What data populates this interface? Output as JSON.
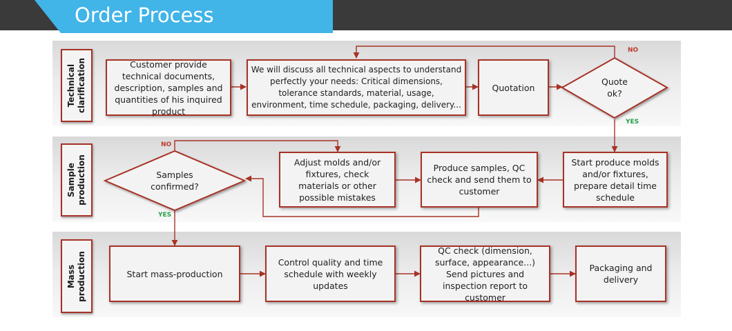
{
  "header": {
    "title": "Order Process"
  },
  "lanes": [
    {
      "label": "Technical\nclarification"
    },
    {
      "label": "Sample\nproduction"
    },
    {
      "label": "Mass\nproduction"
    }
  ],
  "steps": {
    "customer_docs": "Customer provide technical documents, description, samples and quantities of his inquired product",
    "discuss": "We will discuss all technical aspects to understand perfectly your needs: Critical dimensions, tolerance standards, material, usage, environment, time schedule, packaging, delivery...",
    "quotation": "Quotation",
    "quote_ok": "Quote\nok?",
    "start_molds": "Start produce molds and/or fixtures, prepare detail time schedule",
    "produce_samples": "Produce samples, QC check and send them to customer",
    "adjust_molds": "Adjust molds and/or fixtures, check materials or other possible mistakes",
    "samples_confirmed": "Samples\nconfirmed?",
    "start_mass": "Start mass-production",
    "control_quality": "Control quality and time schedule with weekly updates",
    "qc_check": "QC check (dimension, surface, appearance...) Send pictures and inspection report to customer",
    "packaging": "Packaging and delivery"
  },
  "tags": {
    "no_1": "NO",
    "yes_1": "YES",
    "no_2": "NO",
    "yes_2": "YES"
  },
  "colors": {
    "accent": "#a73225",
    "title_bg": "#41b4e8",
    "top_bar": "#3a3a3b",
    "yes": "#27a048",
    "no": "#c0392b"
  }
}
